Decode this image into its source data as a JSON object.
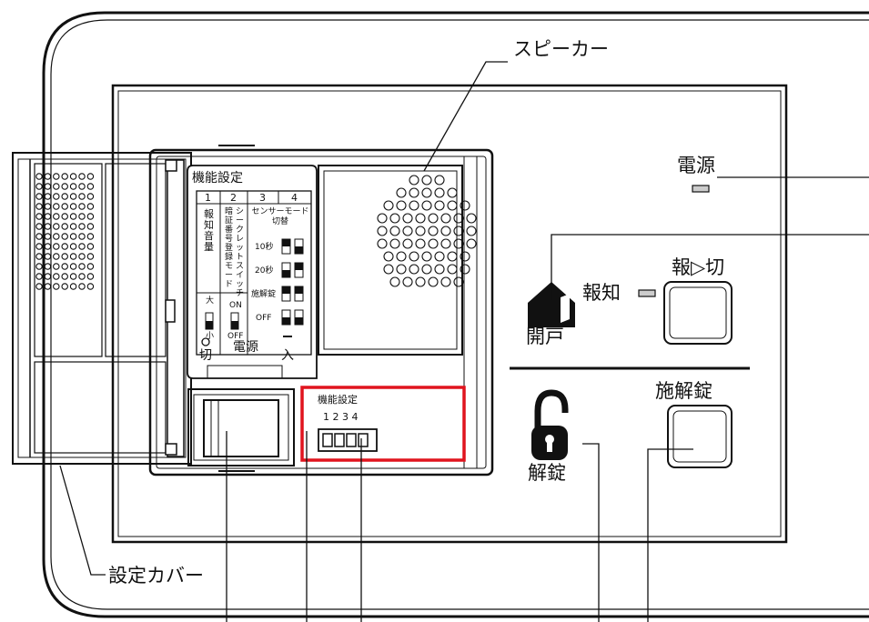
{
  "callouts": {
    "speaker": "スピーカー",
    "settings_cover": "設定カバー"
  },
  "panel": {
    "power_label": "電源",
    "notify_label": "報知",
    "notify_off_button_label": "報▷切",
    "door_open_label": "開戸",
    "unlock_label": "解錠",
    "unlock_button_label": "施解錠"
  },
  "function_settings_card": {
    "title": "機能設定",
    "columns": [
      "1",
      "2",
      "3",
      "4"
    ],
    "col1_label": "報知音量",
    "col1_high": "大",
    "col1_low": "小",
    "col2_label": "暗証番号登録モード",
    "col2_label_alt": "シークレットスイッチ",
    "col2_on": "ON",
    "col2_off": "OFF",
    "col34_label": "センサーモード切替",
    "sensor_rows": [
      "10秒",
      "20秒",
      "施解錠",
      "OFF"
    ],
    "power_switch_label": "電源",
    "power_off": "切",
    "power_on": "入"
  },
  "dip_switch_block": {
    "title": "機能設定",
    "numbers": "1 2 3 4"
  },
  "colors": {
    "outline": "#111111",
    "highlight": "#e0141e",
    "fill_dark": "#111111",
    "led": "#cccccc"
  }
}
